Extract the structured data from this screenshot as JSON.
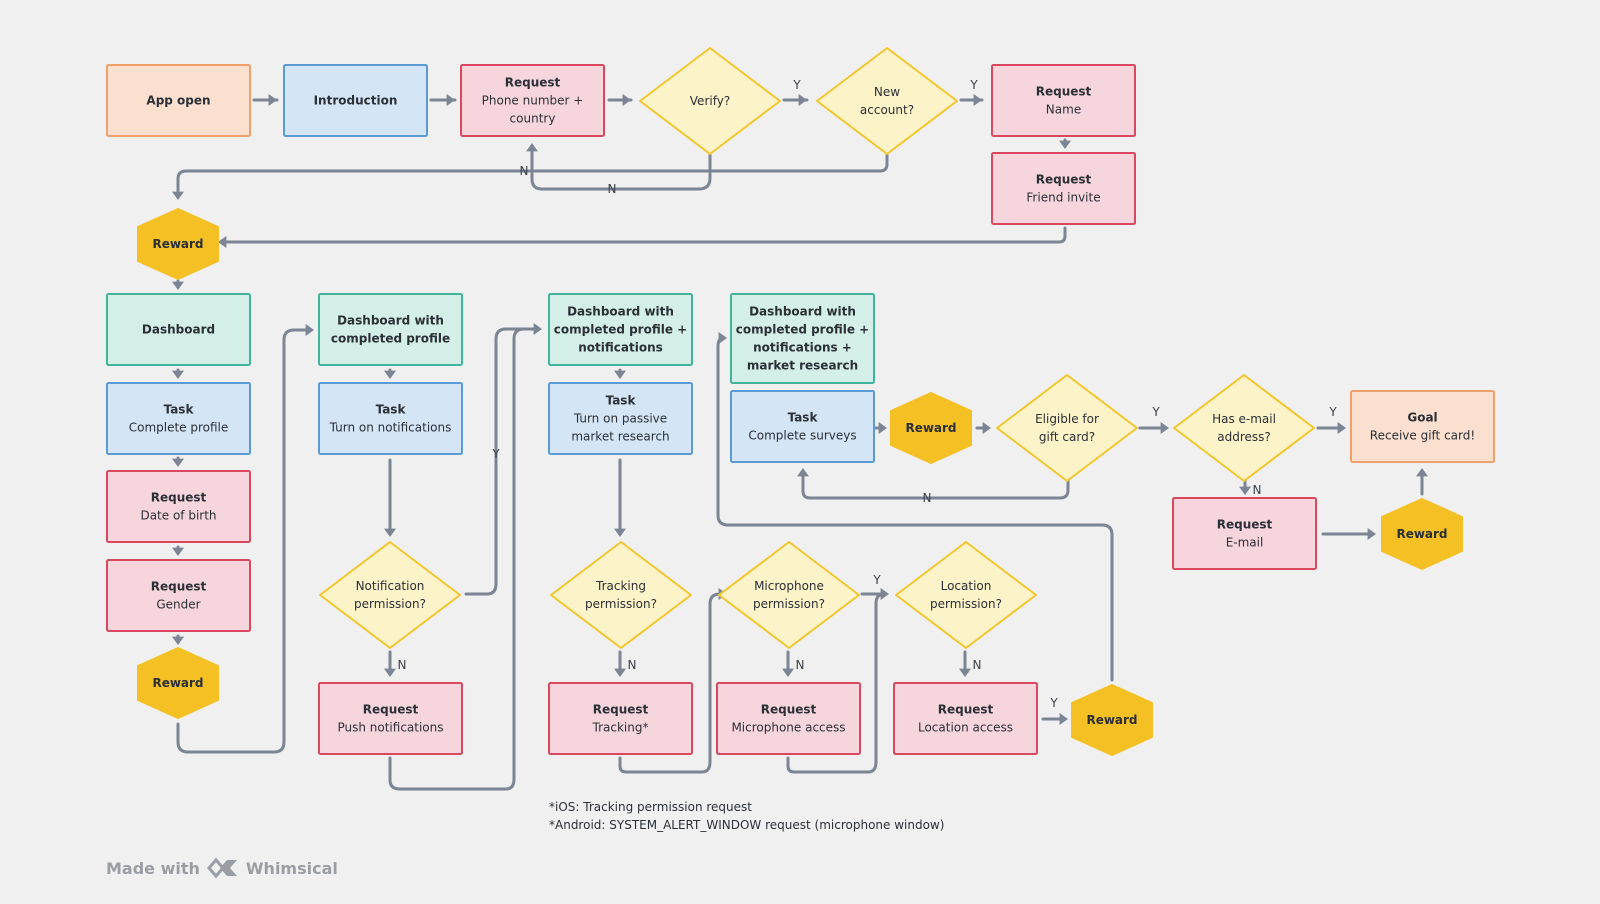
{
  "colors": {
    "background": "#f0f0f0",
    "connector": "#7b8594",
    "orange": {
      "fill": "#fbe0cf",
      "stroke": "#f0a06a"
    },
    "blue": {
      "fill": "#d4e6f6",
      "stroke": "#5a9bd6"
    },
    "pink": {
      "fill": "#f6d6dc",
      "stroke": "#d9485f"
    },
    "teal": {
      "fill": "#d3efe8",
      "stroke": "#40b59b"
    },
    "yellow": {
      "fill": "#fdf3c9",
      "stroke": "#f2c62e"
    },
    "gold": {
      "fill": "#f5c024",
      "stroke": "#f5c024"
    }
  },
  "nodes": [
    {
      "id": "app_open",
      "shape": "rect",
      "color": "orange",
      "lines": [
        {
          "t": "App open",
          "b": true
        }
      ]
    },
    {
      "id": "introduction",
      "shape": "rect",
      "color": "blue",
      "lines": [
        {
          "t": "Introduction",
          "b": true
        }
      ]
    },
    {
      "id": "req_phone",
      "shape": "rect",
      "color": "pink",
      "lines": [
        {
          "t": "Request",
          "b": true
        },
        {
          "t": "Phone number +"
        },
        {
          "t": "country"
        }
      ]
    },
    {
      "id": "verify",
      "shape": "diamond",
      "color": "yellow",
      "lines": [
        {
          "t": "Verify?"
        }
      ]
    },
    {
      "id": "new_account",
      "shape": "diamond",
      "color": "yellow",
      "lines": [
        {
          "t": "New"
        },
        {
          "t": "account?"
        }
      ]
    },
    {
      "id": "req_name",
      "shape": "rect",
      "color": "pink",
      "lines": [
        {
          "t": "Request",
          "b": true
        },
        {
          "t": "Name"
        }
      ]
    },
    {
      "id": "req_friend",
      "shape": "rect",
      "color": "pink",
      "lines": [
        {
          "t": "Request",
          "b": true
        },
        {
          "t": "Friend invite"
        }
      ]
    },
    {
      "id": "reward1",
      "shape": "hex",
      "color": "gold",
      "lines": [
        {
          "t": "Reward",
          "b": true
        }
      ]
    },
    {
      "id": "dashboard",
      "shape": "rect",
      "color": "teal",
      "lines": [
        {
          "t": "Dashboard",
          "b": true
        }
      ]
    },
    {
      "id": "task_profile",
      "shape": "rect",
      "color": "blue",
      "lines": [
        {
          "t": "Task",
          "b": true
        },
        {
          "t": "Complete profile"
        }
      ]
    },
    {
      "id": "req_dob",
      "shape": "rect",
      "color": "pink",
      "lines": [
        {
          "t": "Request",
          "b": true
        },
        {
          "t": "Date of birth"
        }
      ]
    },
    {
      "id": "req_gender",
      "shape": "rect",
      "color": "pink",
      "lines": [
        {
          "t": "Request",
          "b": true
        },
        {
          "t": "Gender"
        }
      ]
    },
    {
      "id": "reward2",
      "shape": "hex",
      "color": "gold",
      "lines": [
        {
          "t": "Reward",
          "b": true
        }
      ]
    },
    {
      "id": "dash_profile",
      "shape": "rect",
      "color": "teal",
      "lines": [
        {
          "t": "Dashboard with",
          "b": true
        },
        {
          "t": "completed profile",
          "b": true
        }
      ]
    },
    {
      "id": "task_notif",
      "shape": "rect",
      "color": "blue",
      "lines": [
        {
          "t": "Task",
          "b": true
        },
        {
          "t": "Turn on notifications"
        }
      ]
    },
    {
      "id": "notif_perm",
      "shape": "diamond",
      "color": "yellow",
      "lines": [
        {
          "t": "Notification"
        },
        {
          "t": "permission?"
        }
      ]
    },
    {
      "id": "req_push",
      "shape": "rect",
      "color": "pink",
      "lines": [
        {
          "t": "Request",
          "b": true
        },
        {
          "t": "Push notifications"
        }
      ]
    },
    {
      "id": "dash_notif",
      "shape": "rect",
      "color": "teal",
      "lines": [
        {
          "t": "Dashboard with",
          "b": true
        },
        {
          "t": "completed profile +",
          "b": true
        },
        {
          "t": "notifications",
          "b": true
        }
      ]
    },
    {
      "id": "task_passive",
      "shape": "rect",
      "color": "blue",
      "lines": [
        {
          "t": "Task",
          "b": true
        },
        {
          "t": "Turn on passive"
        },
        {
          "t": "market research"
        }
      ]
    },
    {
      "id": "track_perm",
      "shape": "diamond",
      "color": "yellow",
      "lines": [
        {
          "t": "Tracking"
        },
        {
          "t": "permission?"
        }
      ]
    },
    {
      "id": "req_tracking",
      "shape": "rect",
      "color": "pink",
      "lines": [
        {
          "t": "Request",
          "b": true
        },
        {
          "t": "Tracking*"
        }
      ]
    },
    {
      "id": "mic_perm",
      "shape": "diamond",
      "color": "yellow",
      "lines": [
        {
          "t": "Microphone"
        },
        {
          "t": "permission?"
        }
      ]
    },
    {
      "id": "req_mic",
      "shape": "rect",
      "color": "pink",
      "lines": [
        {
          "t": "Request",
          "b": true
        },
        {
          "t": "Microphone access"
        }
      ]
    },
    {
      "id": "loc_perm",
      "shape": "diamond",
      "color": "yellow",
      "lines": [
        {
          "t": "Location"
        },
        {
          "t": "permission?"
        }
      ]
    },
    {
      "id": "req_loc",
      "shape": "rect",
      "color": "pink",
      "lines": [
        {
          "t": "Request",
          "b": true
        },
        {
          "t": "Location access"
        }
      ]
    },
    {
      "id": "reward3",
      "shape": "hex",
      "color": "gold",
      "lines": [
        {
          "t": "Reward",
          "b": true
        }
      ]
    },
    {
      "id": "dash_market",
      "shape": "rect",
      "color": "teal",
      "lines": [
        {
          "t": "Dashboard with",
          "b": true
        },
        {
          "t": "completed profile +",
          "b": true
        },
        {
          "t": "notifications +",
          "b": true
        },
        {
          "t": "market research",
          "b": true
        }
      ]
    },
    {
      "id": "task_surveys",
      "shape": "rect",
      "color": "blue",
      "lines": [
        {
          "t": "Task",
          "b": true
        },
        {
          "t": "Complete surveys"
        }
      ]
    },
    {
      "id": "reward4",
      "shape": "hex",
      "color": "gold",
      "lines": [
        {
          "t": "Reward",
          "b": true
        }
      ]
    },
    {
      "id": "eligible",
      "shape": "diamond",
      "color": "yellow",
      "lines": [
        {
          "t": "Eligible for"
        },
        {
          "t": "gift card?"
        }
      ]
    },
    {
      "id": "has_email",
      "shape": "diamond",
      "color": "yellow",
      "lines": [
        {
          "t": "Has e-mail"
        },
        {
          "t": "address?"
        }
      ]
    },
    {
      "id": "goal",
      "shape": "rect",
      "color": "orange",
      "lines": [
        {
          "t": "Goal",
          "b": true
        },
        {
          "t": "Receive gift card!"
        }
      ]
    },
    {
      "id": "req_email",
      "shape": "rect",
      "color": "pink",
      "lines": [
        {
          "t": "Request",
          "b": true
        },
        {
          "t": "E-mail"
        }
      ]
    },
    {
      "id": "reward5",
      "shape": "hex",
      "color": "gold",
      "lines": [
        {
          "t": "Reward",
          "b": true
        }
      ]
    }
  ],
  "edge_labels": {
    "verify_yes": "Y",
    "new_account_yes": "Y",
    "verify_no": "N",
    "new_account_no": "N",
    "notif_yes": "Y",
    "notif_no": "N",
    "track_no": "N",
    "mic_yes": "Y",
    "mic_no": "N",
    "loc_no": "N",
    "loc_req_yes": "Y",
    "eligible_yes": "Y",
    "eligible_no": "N",
    "email_yes": "Y",
    "email_no": "N"
  },
  "footnotes": [
    "*iOS: Tracking permission request",
    "*Android: SYSTEM_ALERT_WINDOW request (microphone window)"
  ],
  "branding": {
    "made_with": "Made with",
    "product": "Whimsical"
  }
}
